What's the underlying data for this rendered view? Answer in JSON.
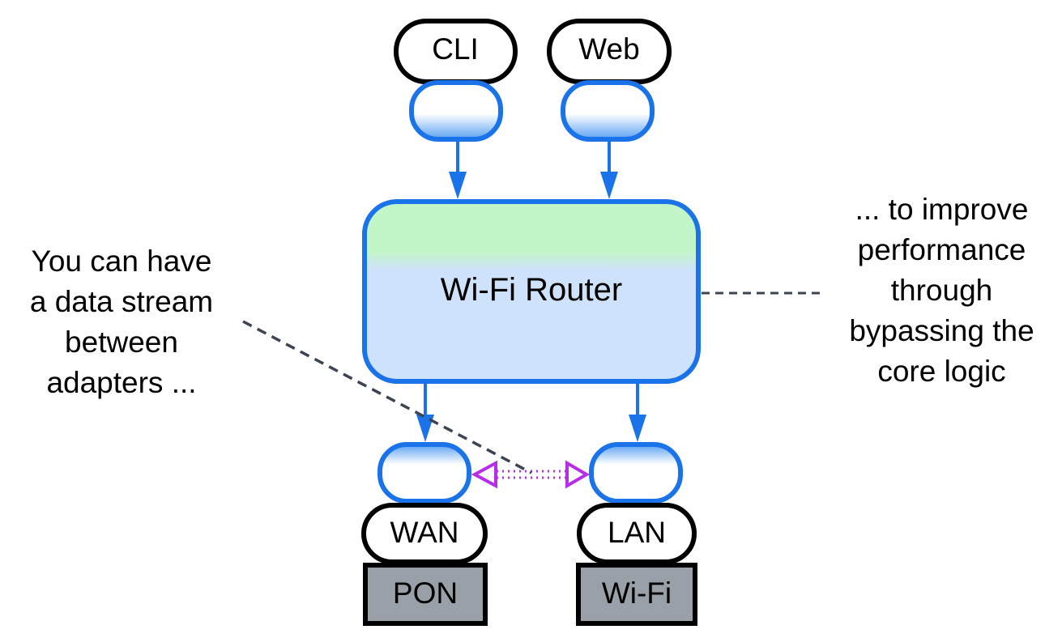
{
  "diagram": {
    "interfaces": [
      {
        "id": "cli",
        "label": "CLI"
      },
      {
        "id": "web",
        "label": "Web"
      }
    ],
    "core": {
      "label": "Wi-Fi Router"
    },
    "adapters": [
      {
        "id": "wan",
        "label": "WAN",
        "hardware": "PON"
      },
      {
        "id": "lan",
        "label": "LAN",
        "hardware": "Wi-Fi"
      }
    ],
    "notes": {
      "left": [
        "You can have",
        "a data stream",
        "between",
        "adapters ..."
      ],
      "right": [
        "... to improve",
        "performance",
        "through",
        "bypassing the",
        "core logic"
      ]
    },
    "colors": {
      "accent_blue": "#1a73e8",
      "core_top": "#c2f5c8",
      "core_bottom": "#cfe2fb",
      "bypass_purple": "#b62ee8",
      "hardware_gray": "#9aa0a8",
      "dashed_note": "#3c4452"
    }
  }
}
